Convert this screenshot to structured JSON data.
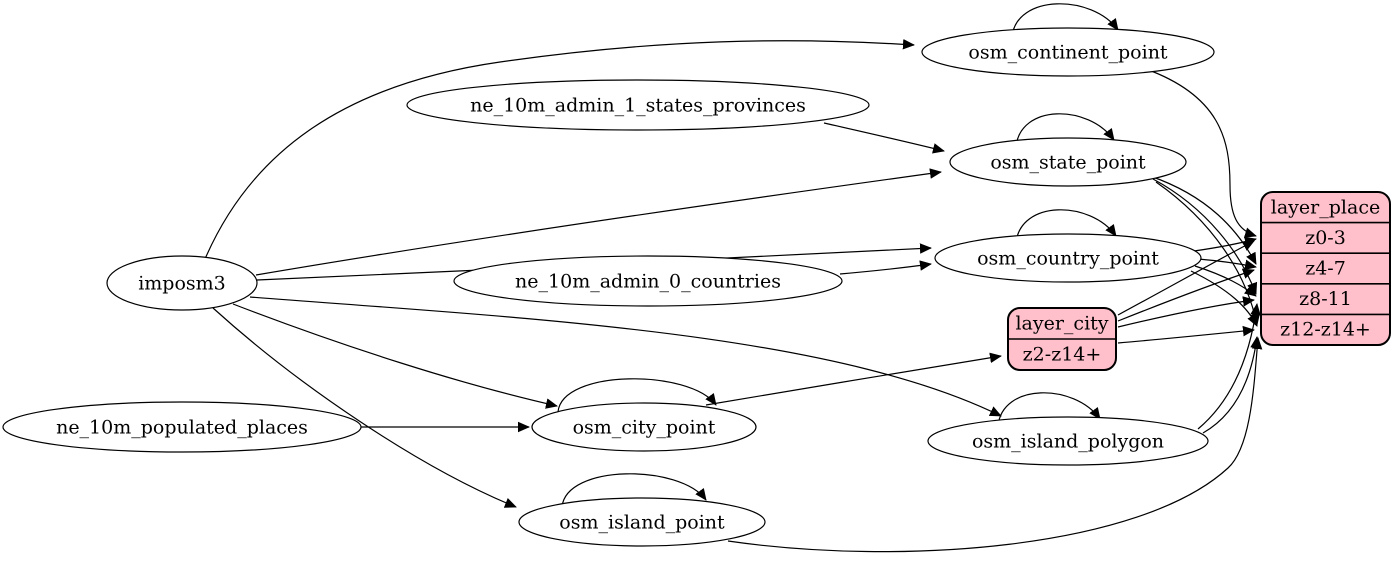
{
  "diagram": {
    "kind": "etl-flow-graph",
    "colors": {
      "background": "#ffffff",
      "node_fill": "#ffffff",
      "record_fill": "#ffc0cb",
      "stroke": "#000000"
    },
    "nodes": [
      {
        "id": "imposm3",
        "type": "ellipse",
        "label": "imposm3"
      },
      {
        "id": "ne_10m_admin_1_states_provinces",
        "type": "ellipse",
        "label": "ne_10m_admin_1_states_provinces"
      },
      {
        "id": "ne_10m_admin_0_countries",
        "type": "ellipse",
        "label": "ne_10m_admin_0_countries"
      },
      {
        "id": "ne_10m_populated_places",
        "type": "ellipse",
        "label": "ne_10m_populated_places"
      },
      {
        "id": "osm_continent_point",
        "type": "ellipse",
        "label": "osm_continent_point"
      },
      {
        "id": "osm_state_point",
        "type": "ellipse",
        "label": "osm_state_point"
      },
      {
        "id": "osm_country_point",
        "type": "ellipse",
        "label": "osm_country_point"
      },
      {
        "id": "osm_city_point",
        "type": "ellipse",
        "label": "osm_city_point"
      },
      {
        "id": "osm_island_polygon",
        "type": "ellipse",
        "label": "osm_island_polygon"
      },
      {
        "id": "osm_island_point",
        "type": "ellipse",
        "label": "osm_island_point"
      },
      {
        "id": "layer_city",
        "type": "record",
        "header": "layer_city",
        "rows": [
          "z2-z14+"
        ]
      },
      {
        "id": "layer_place",
        "type": "record",
        "header": "layer_place",
        "rows": [
          "z0-3",
          "z4-7",
          "z8-11",
          "z12-z14+"
        ]
      }
    ],
    "edges": [
      {
        "from": "imposm3",
        "to": "osm_continent_point"
      },
      {
        "from": "imposm3",
        "to": "osm_state_point"
      },
      {
        "from": "imposm3",
        "to": "osm_country_point"
      },
      {
        "from": "imposm3",
        "to": "osm_city_point"
      },
      {
        "from": "imposm3",
        "to": "osm_island_polygon"
      },
      {
        "from": "imposm3",
        "to": "osm_island_point"
      },
      {
        "from": "ne_10m_admin_1_states_provinces",
        "to": "osm_state_point"
      },
      {
        "from": "ne_10m_admin_0_countries",
        "to": "osm_country_point"
      },
      {
        "from": "ne_10m_populated_places",
        "to": "osm_city_point"
      },
      {
        "from": "osm_continent_point",
        "to": "osm_continent_point"
      },
      {
        "from": "osm_state_point",
        "to": "osm_state_point"
      },
      {
        "from": "osm_country_point",
        "to": "osm_country_point"
      },
      {
        "from": "osm_city_point",
        "to": "osm_city_point"
      },
      {
        "from": "osm_island_polygon",
        "to": "osm_island_polygon"
      },
      {
        "from": "osm_island_point",
        "to": "osm_island_point"
      },
      {
        "from": "osm_continent_point",
        "to": "layer_place:z0-3"
      },
      {
        "from": "osm_state_point",
        "to": "layer_place:z4-7"
      },
      {
        "from": "osm_state_point",
        "to": "layer_place:z8-11"
      },
      {
        "from": "osm_state_point",
        "to": "layer_place:z12-z14+"
      },
      {
        "from": "osm_country_point",
        "to": "layer_place:z0-3"
      },
      {
        "from": "osm_country_point",
        "to": "layer_place:z4-7"
      },
      {
        "from": "osm_country_point",
        "to": "layer_place:z8-11"
      },
      {
        "from": "osm_country_point",
        "to": "layer_place:z12-z14+"
      },
      {
        "from": "osm_city_point",
        "to": "layer_city:z2-z14+"
      },
      {
        "from": "layer_city",
        "to": "layer_place:z0-3"
      },
      {
        "from": "layer_city",
        "to": "layer_place:z4-7"
      },
      {
        "from": "layer_city",
        "to": "layer_place:z8-11"
      },
      {
        "from": "layer_city",
        "to": "layer_place:z12-z14+"
      },
      {
        "from": "osm_island_polygon",
        "to": "layer_place:z8-11"
      },
      {
        "from": "osm_island_polygon",
        "to": "layer_place:z12-z14+"
      },
      {
        "from": "osm_island_point",
        "to": "layer_place:z12-z14+"
      }
    ]
  }
}
